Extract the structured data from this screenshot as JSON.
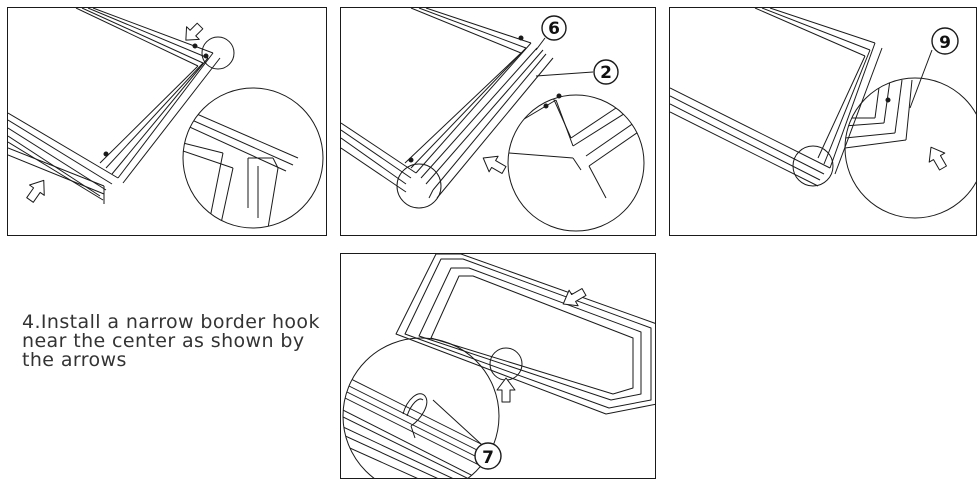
{
  "instruction": {
    "text": "4.Install a narrow border hook near the center as shown by the arrows"
  },
  "callouts": {
    "part_6": "6",
    "part_2": "2",
    "part_9": "9",
    "part_7": "7"
  },
  "colors": {
    "line": "#1a1a1a",
    "text": "#333333",
    "background": "#ffffff"
  },
  "icons": [
    "outline-arrow-icon",
    "detail-magnifier-circle"
  ]
}
